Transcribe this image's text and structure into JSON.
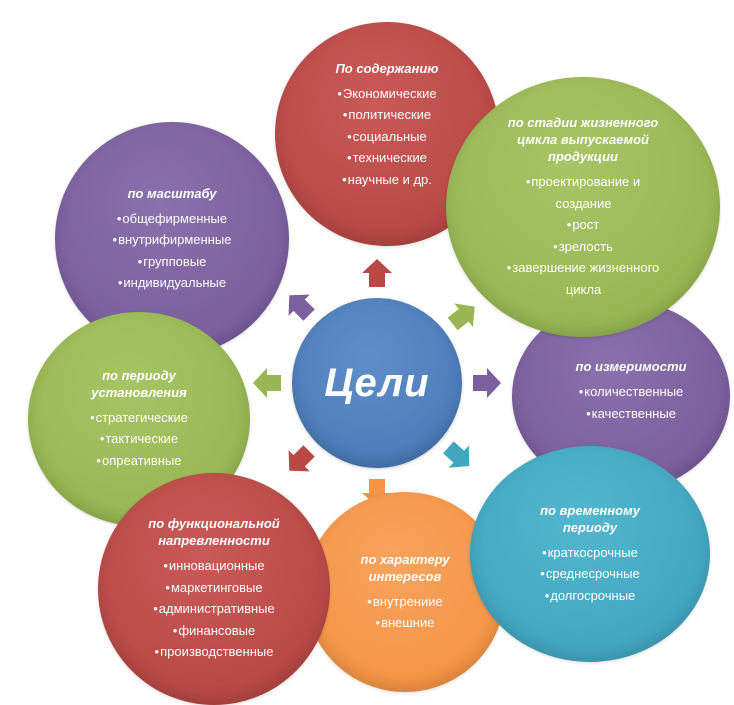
{
  "center": {
    "label": "Цели"
  },
  "nodes": {
    "content": {
      "title": "По содержанию",
      "items": [
        "Экономические",
        "политические",
        "социальные",
        "технические",
        "научные и др."
      ]
    },
    "lifecycle": {
      "title_lines": [
        "по стадии жизненного",
        "цмкла выпускаемой",
        "продукции"
      ],
      "items": [
        "проектирование и",
        "создание",
        "рост",
        "зрелость",
        "завершение жизненного",
        "цикла"
      ]
    },
    "scale": {
      "title": "по масштабу",
      "items": [
        "общефирменные",
        "внутрифирменные",
        "групповые",
        "индивидуальные"
      ]
    },
    "measurability": {
      "title": "по измеримости",
      "items": [
        "количественные",
        "качественные"
      ]
    },
    "period": {
      "title_lines": [
        "по периоду",
        "установления"
      ],
      "items": [
        "стратегические",
        "тактические",
        "опреативные"
      ]
    },
    "time": {
      "title_lines": [
        "по временному",
        "периоду"
      ],
      "items": [
        "краткосрочные",
        "среднесрочные",
        "долгосрочные"
      ]
    },
    "functional": {
      "title_lines": [
        "по функциональной",
        "напревленности"
      ],
      "items": [
        "инновационные",
        "маркетинговые",
        "административные",
        "финансовые",
        "производственные"
      ]
    },
    "interests": {
      "title_lines": [
        "по характеру",
        "интересов"
      ],
      "items": [
        "внутрениие",
        "внешние"
      ]
    }
  },
  "colors": {
    "red": "#b84945",
    "green": "#98b753",
    "purple": "#7b5f9e",
    "teal": "#42a6c0",
    "orange": "#f59546",
    "blue": "#4d7dba"
  },
  "arrows": [
    {
      "target": "content",
      "color": "#b84945"
    },
    {
      "target": "lifecycle",
      "color": "#98b753"
    },
    {
      "target": "measurability",
      "color": "#7b5f9e"
    },
    {
      "target": "time",
      "color": "#42a6c0"
    },
    {
      "target": "interests",
      "color": "#f59546"
    },
    {
      "target": "functional",
      "color": "#b84945"
    },
    {
      "target": "period",
      "color": "#98b753"
    },
    {
      "target": "scale",
      "color": "#7b5f9e"
    }
  ]
}
